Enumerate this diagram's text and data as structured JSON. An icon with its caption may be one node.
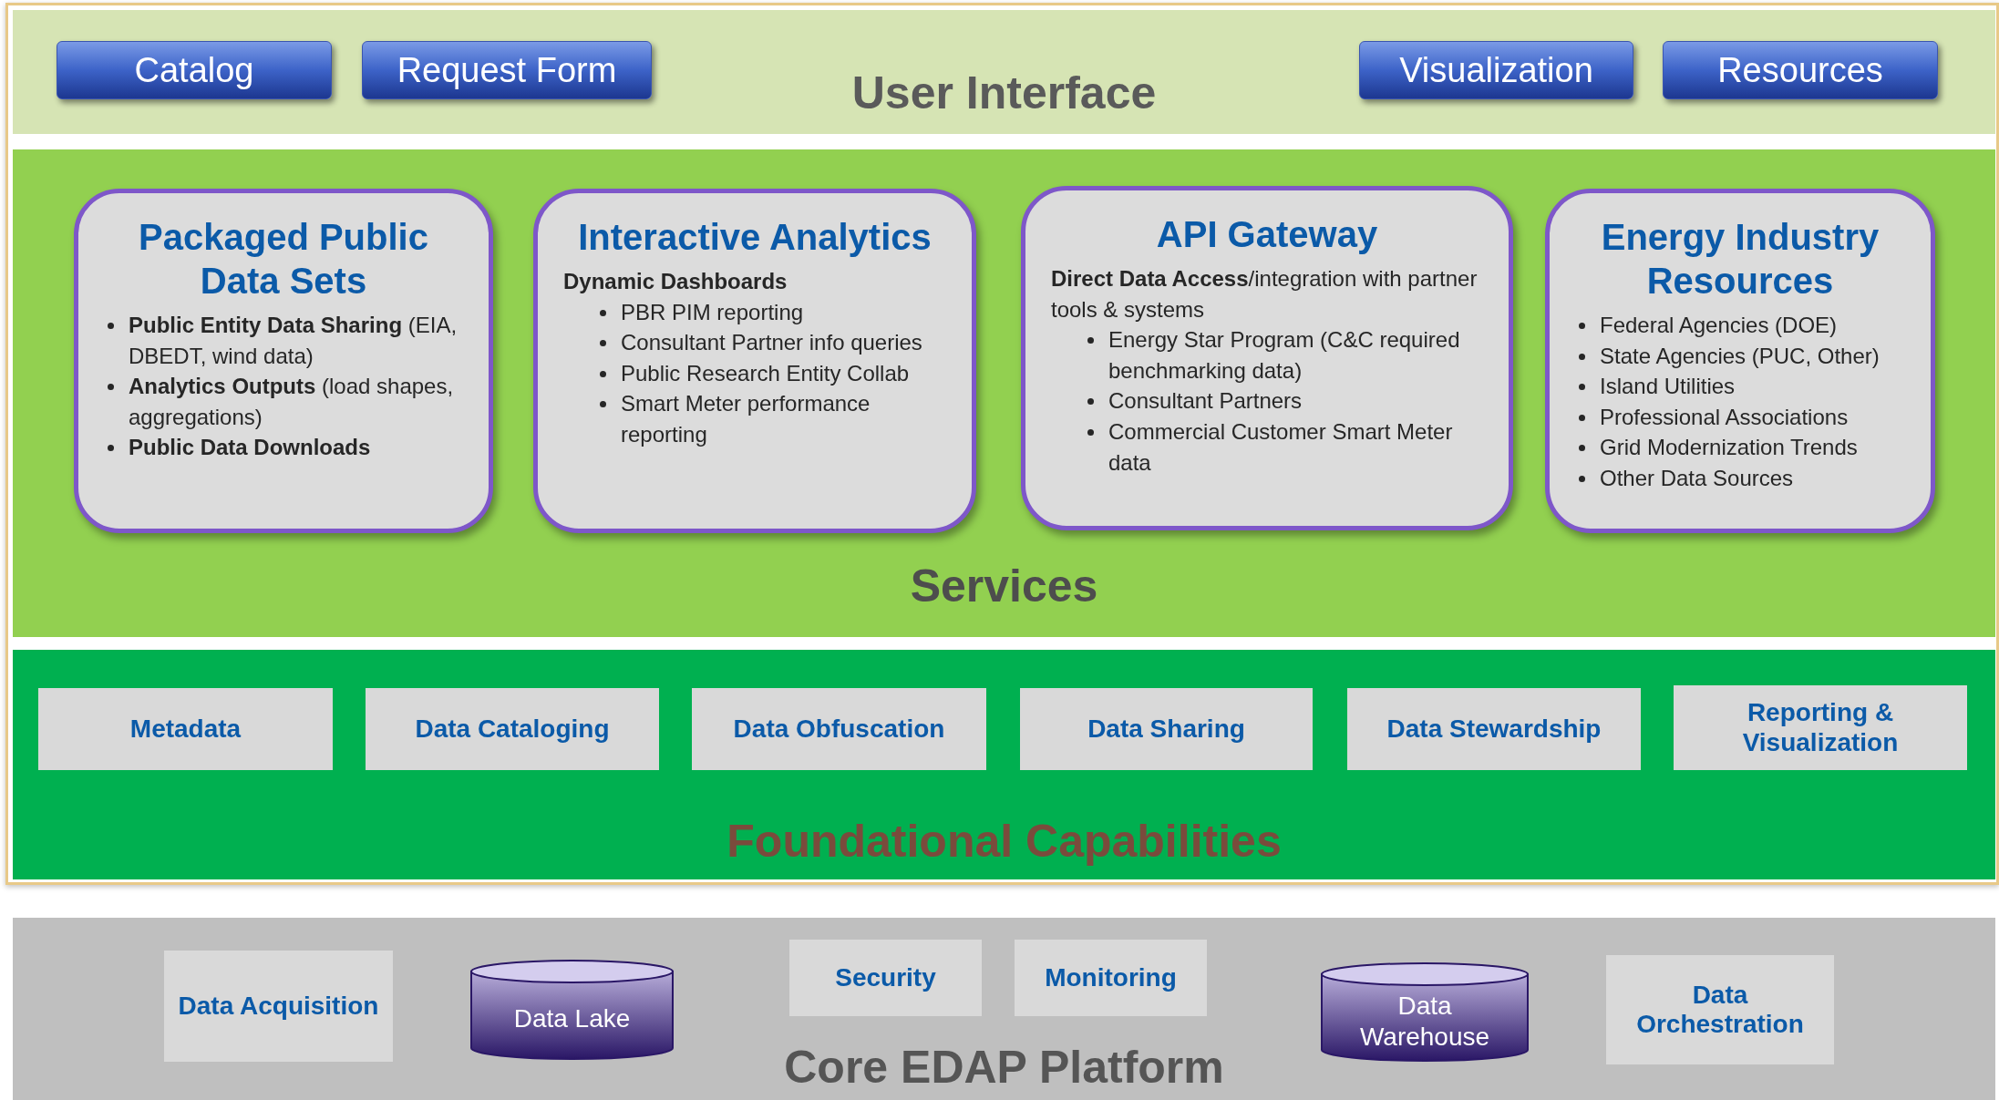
{
  "diagram": {
    "nodes": [
      {
        "text": [
          "User Interface"
        ]
      },
      {
        "text": [
          "Catalog"
        ],
        "in": 0
      },
      {
        "text": [
          "Request Form"
        ],
        "in": 0
      },
      {
        "text": [
          "Visualization"
        ],
        "in": 0
      },
      {
        "text": [
          "Resources"
        ],
        "in": 0
      },
      {
        "text": [
          "Services"
        ]
      },
      {
        "text": [
          "Packaged Public Data Sets",
          "**Public Entity Data Sharing** (EIA, DBEDT, wind data)",
          "**Analytics Outputs** (load shapes, aggregations)",
          "Public Data Downloads"
        ],
        "in": 5
      },
      {
        "text": [
          "Interactive Analytics",
          "Dynamic Dashboards",
          "PBR PIM reporting",
          "Consultant Partner info queries",
          "Public Research Entity Collab",
          "Smart Meter performance reporting"
        ],
        "in": 5
      },
      {
        "text": [
          "API Gateway",
          "**Direct Data Access**/integration with partner tools & systems",
          "Energy Star Program (C&C required benchmarking data)",
          "Consultant Partners",
          "Commercial Customer Smart Meter data"
        ],
        "in": 5
      },
      {
        "text": [
          "Energy Industry Resources",
          "Federal Agencies (DOE)",
          "State Agencies (PUC, Other)",
          "Island Utilities",
          "Professional Associations",
          "Grid Modernization Trends",
          "Other Data Sources"
        ],
        "in": 5
      },
      {
        "text": [
          "Foundational Capabilities"
        ]
      },
      {
        "text": [
          "Metadata"
        ],
        "in": 10
      },
      {
        "text": [
          "Data Cataloging"
        ],
        "in": 10
      },
      {
        "text": [
          "Data Obfuscation"
        ],
        "in": 10
      },
      {
        "text": [
          "Data Sharing"
        ],
        "in": 10
      },
      {
        "text": [
          "Data Stewardship"
        ],
        "in": 10
      },
      {
        "text": [
          "Reporting & Visualization"
        ],
        "in": 10
      },
      {
        "text": [
          "Core EDAP Platform"
        ]
      },
      {
        "text": [
          "Data Acquisition"
        ],
        "in": 17
      },
      {
        "text": [
          "Data Lake"
        ],
        "in": 17
      },
      {
        "text": [
          "Security"
        ],
        "in": 17
      },
      {
        "text": [
          "Monitoring"
        ],
        "in": 17
      },
      {
        "text": [
          "Data Warehouse"
        ],
        "in": 17
      },
      {
        "text": [
          "Data Orchestration"
        ],
        "in": 17
      }
    ]
  }
}
